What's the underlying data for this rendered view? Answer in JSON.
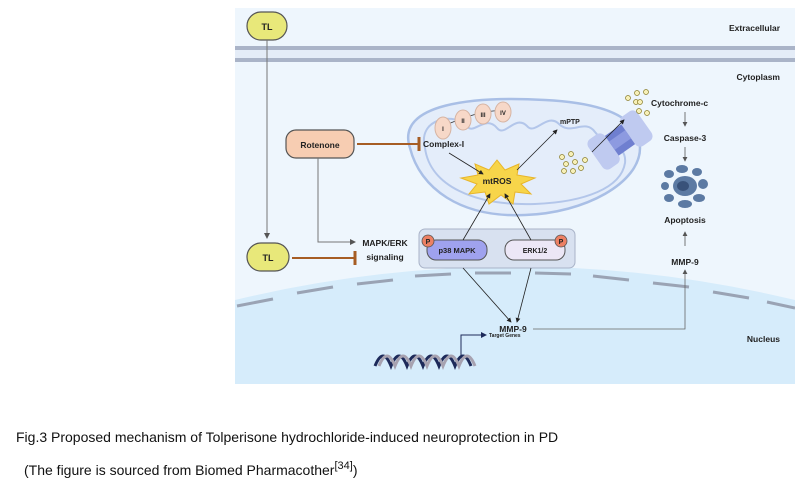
{
  "figure": {
    "regions": {
      "extracellular": "Extracellular",
      "cytoplasm": "Cytoplasm",
      "nucleus": "Nucleus"
    },
    "nodes": {
      "tl_top": "TL",
      "tl_bottom": "TL",
      "rotenone": "Rotenone",
      "complex_i": "Complex-I",
      "etc_complexes": [
        "I",
        "II",
        "III",
        "IV"
      ],
      "mtros": "mtROS",
      "mptp": "mPTP",
      "cytochrome_c": "Cytochrome-c",
      "caspase_3": "Caspase-3",
      "apoptosis": "Apoptosis",
      "mmp9_cyto": "MMP-9",
      "mapk_erk_line1": "MAPK/ERK",
      "mapk_erk_line2": "signaling",
      "p38": "p38 MAPK",
      "erk": "ERK1/2",
      "phospho": "P",
      "mmp9_nucleus": "MMP-9",
      "target_genes": "Target Genes"
    },
    "colors": {
      "background": "#eef6fd",
      "nucleus": "#d6ecfb",
      "tl": "#e8e87a",
      "rotenone": "#f7cdb2",
      "inhibit": "#a65d24",
      "mtros": "#f7d54a",
      "p38": "#9fa2ee",
      "erk": "#ece7f6",
      "phospho": "#ec8064",
      "mito": "#a9bfe6"
    }
  },
  "caption": {
    "line1": "Fig.3 Proposed mechanism of Tolperisone hydrochloride-induced neuroprotection in PD",
    "line2_prefix": "(The figure is sourced from Biomed Pharmacother",
    "line2_ref": "[34]",
    "line2_suffix": ")"
  }
}
